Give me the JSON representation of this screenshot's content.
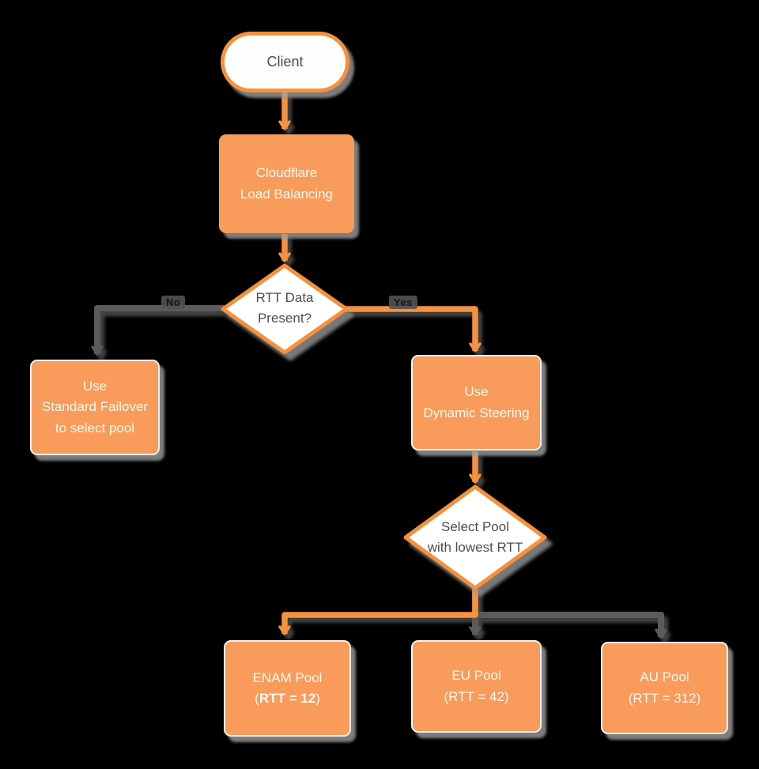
{
  "colors": {
    "background": "#000000",
    "orange_fill": "#F89B5B",
    "orange_line": "#F6923F",
    "orange_stroke": "#F5913D",
    "gray_line": "#5B5B5B",
    "dark_text": "#4D4D4D",
    "white_text": "#FCFAF1",
    "shadow": "#9E9E9E"
  },
  "nodes": {
    "client": {
      "label": "Client"
    },
    "load_balancer": {
      "line1": "Cloudflare",
      "line2": "Load Balancing"
    },
    "rtt_decision": {
      "line1": "RTT Data",
      "line2": "Present?"
    },
    "standard_failover": {
      "line1": "Use",
      "line2": "Standard Failover",
      "line3": "to select pool"
    },
    "dynamic_steering": {
      "line1": "Use",
      "line2": "Dynamic Steering"
    },
    "select_pool": {
      "line1": "Select Pool",
      "line2": "with lowest RTT"
    },
    "enam_pool": {
      "line1": "ENAM Pool",
      "line2_open": "(",
      "line2_bold": "RTT = 12",
      "line2_close": ")"
    },
    "eu_pool": {
      "line1": "EU Pool",
      "line2": "(RTT = 42)"
    },
    "au_pool": {
      "line1": "AU Pool",
      "line2": "(RTT = 312)"
    }
  },
  "edges": {
    "no_label": "No",
    "yes_label": "Yes"
  }
}
